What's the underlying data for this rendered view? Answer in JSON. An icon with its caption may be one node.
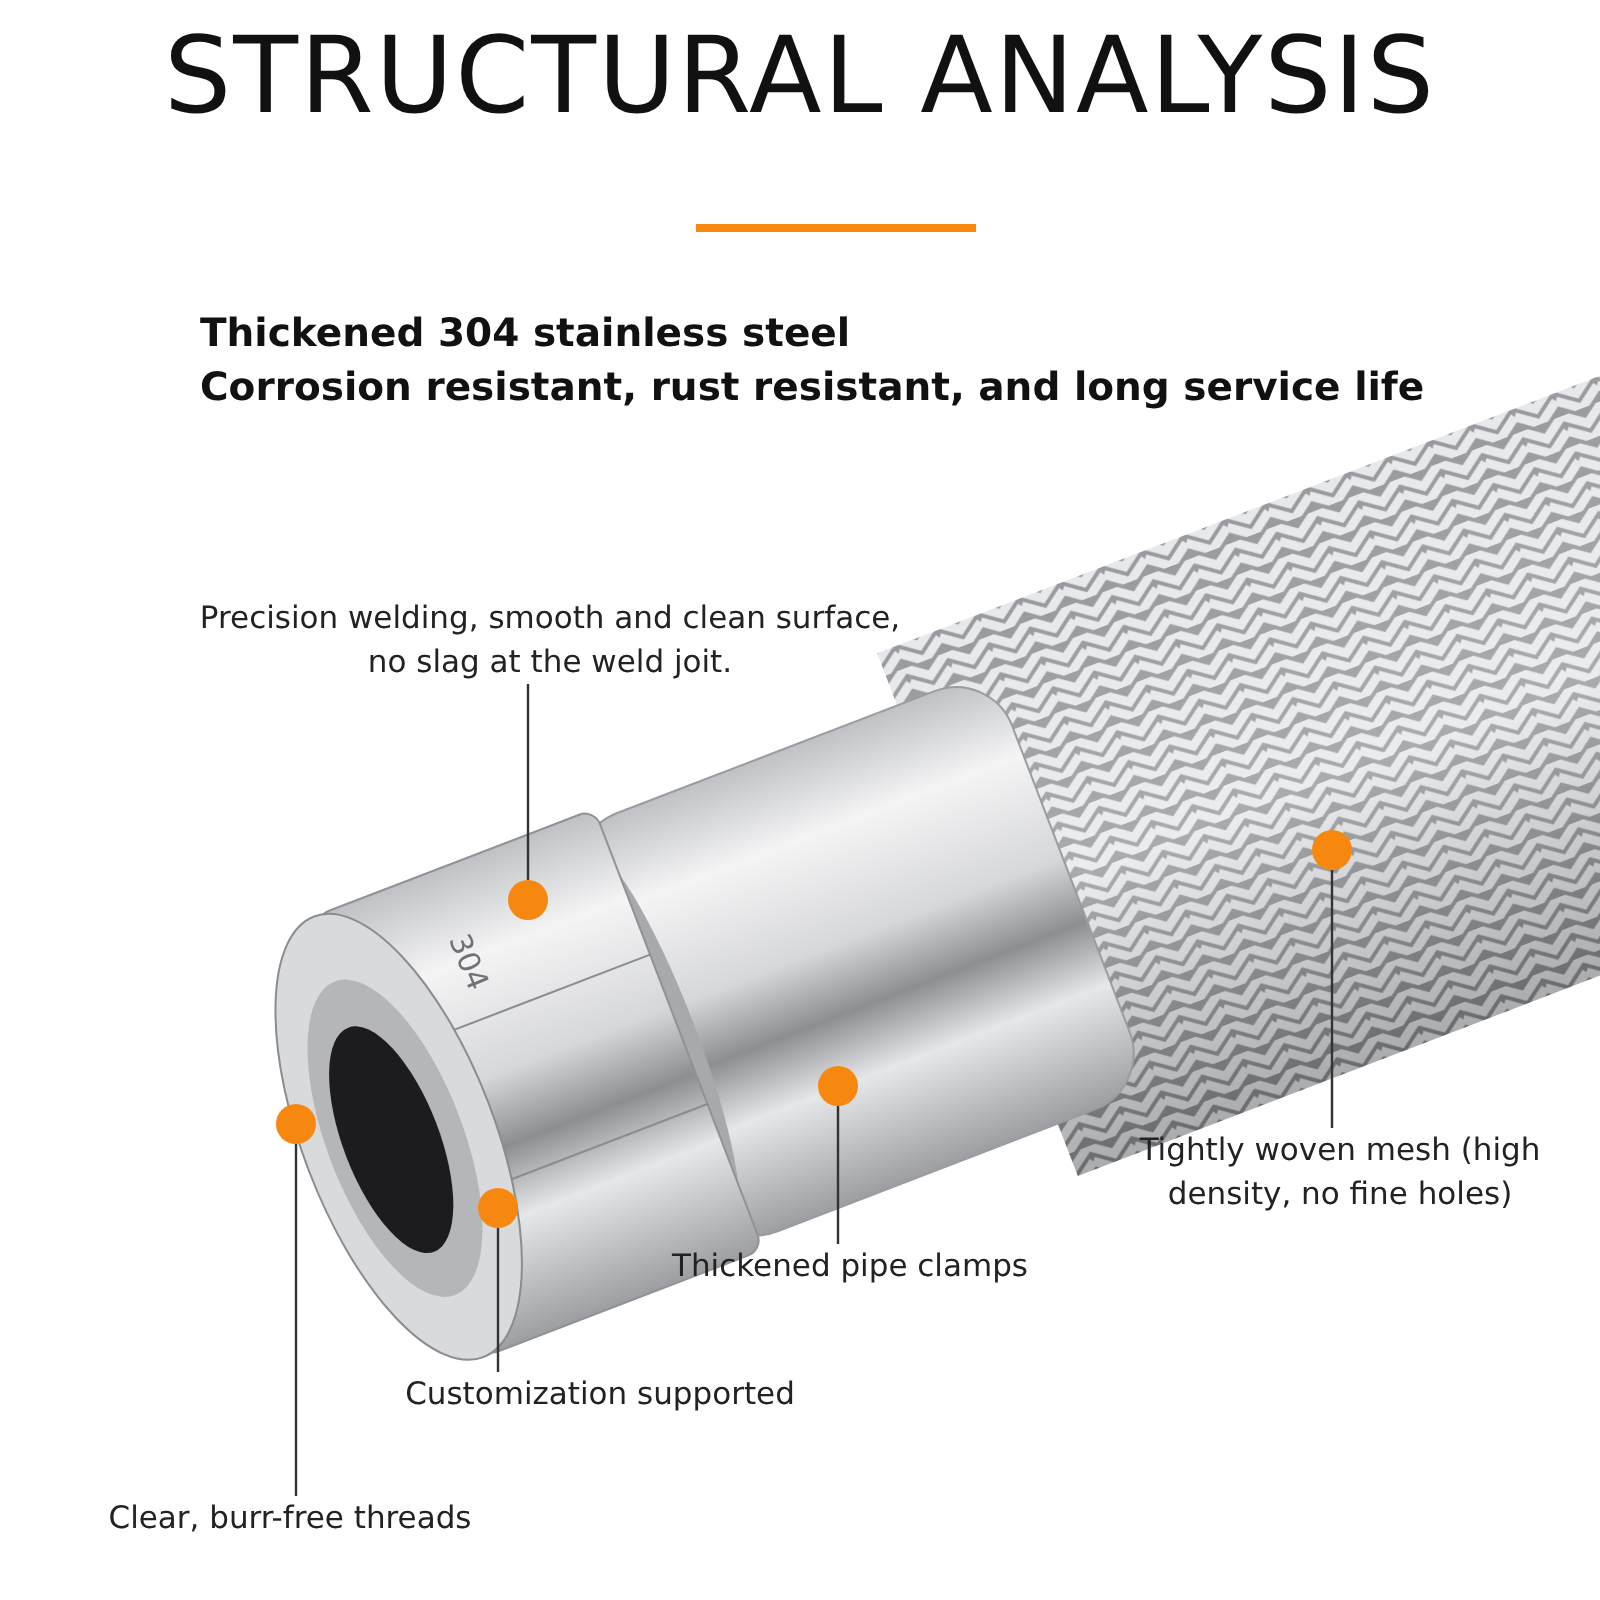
{
  "diagram": {
    "title": "STRUCTURAL ANALYSIS",
    "nodes": [
      {
        "text": [
          "Precision welding, smooth and clean surface, no slag at the weld joit."
        ]
      },
      {
        "text": [],
        "shape": "circle"
      },
      {
        "text": [],
        "shape": "circle"
      },
      {
        "text": [],
        "shape": "circle"
      },
      {
        "text": [],
        "shape": "circle"
      },
      {
        "text": [],
        "shape": "circle"
      },
      {
        "text": [
          "Tightly woven mesh (high density, no fine holes)"
        ]
      },
      {
        "text": [
          "Thickened pipe clamps"
        ]
      },
      {
        "text": [
          "Customization supported"
        ]
      },
      {
        "text": [
          "Clear, burr-free threads"
        ]
      }
    ],
    "edges": [
      {
        "from": 0,
        "to": 1,
        "arrow": "none"
      },
      {
        "from": 6,
        "to": 2,
        "arrow": "none"
      },
      {
        "from": 7,
        "to": 4,
        "arrow": "none"
      },
      {
        "from": 8,
        "to": 5,
        "arrow": "none"
      },
      {
        "from": 9,
        "to": 3,
        "arrow": "none"
      }
    ],
    "labels": [
      "Thickened 304 stainless steel",
      "Corrosion resistant, rust resistant, and long service life",
      "304"
    ]
  }
}
